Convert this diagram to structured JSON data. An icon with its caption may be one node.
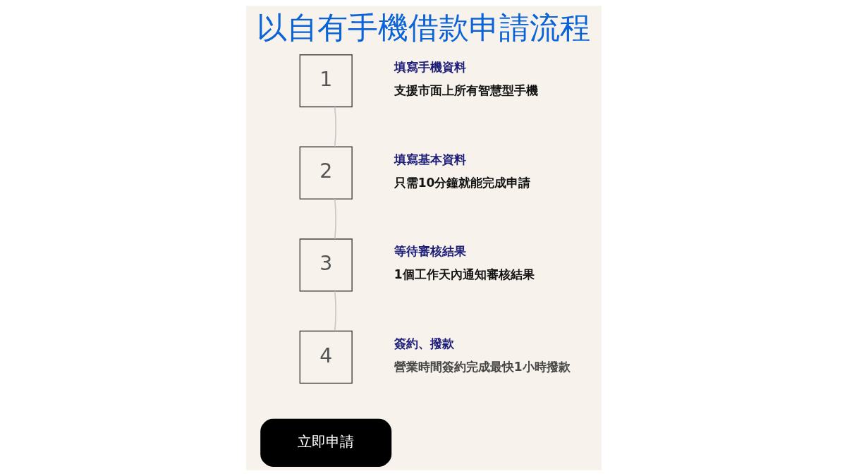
{
  "diagram": {
    "title": "以自有手機借款申請流程",
    "nodes": [
      {
        "text": [
          "1"
        ],
        "beside": [
          "填寫手機資料",
          "支援市面上所有智慧型手機"
        ]
      },
      {
        "text": [
          "2"
        ],
        "beside": [
          "填寫基本資料",
          "只需10分鐘就能完成申請"
        ]
      },
      {
        "text": [
          "3"
        ],
        "beside": [
          "等待審核結果",
          "1個工作天內通知審核結果"
        ]
      },
      {
        "text": [
          "4"
        ],
        "beside": [
          "簽約、撥款",
          "營業時間簽約完成最快1小時撥款"
        ]
      },
      {
        "text": [
          "立即申請"
        ]
      }
    ],
    "edges": [
      {
        "from": 0,
        "to": 1,
        "arrow": "none"
      },
      {
        "from": 1,
        "to": 2,
        "arrow": "none"
      },
      {
        "from": 2,
        "to": 3,
        "arrow": "none"
      }
    ]
  }
}
